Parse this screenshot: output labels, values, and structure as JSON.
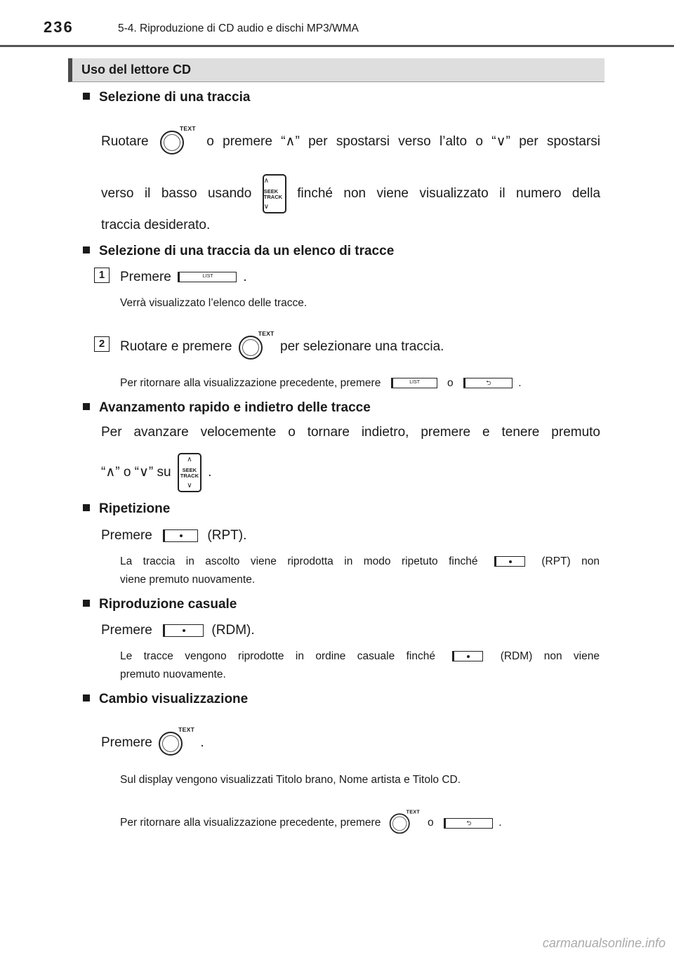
{
  "header": {
    "page_number": "236",
    "chapter": "5-4. Riproduzione di CD audio e dischi MP3/WMA"
  },
  "section_title": "Uso del lettore CD",
  "icons": {
    "text_label": "TEXT",
    "seek_label_1": "SEEK",
    "seek_label_2": "TRACK",
    "list_label": "LIST",
    "up_glyph": "∧",
    "down_glyph": "∨",
    "return_glyph": "⮌"
  },
  "s1": {
    "heading": "Selezione di una traccia",
    "l1_a": "Ruotare",
    "l1_b": "o premere “∧” per spostarsi verso l’alto o “∨” per spostarsi",
    "l2_a": "verso il basso usando",
    "l2_b": "finché non viene visualizzato il numero della",
    "l3": "traccia desiderato."
  },
  "s2": {
    "heading": "Selezione di una traccia da un elenco di tracce",
    "step1_num": "1",
    "step1_a": "Premere",
    "step1_b": ".",
    "step1_note": "Verrà visualizzato l’elenco delle tracce.",
    "step2_num": "2",
    "step2_a": "Ruotare e premere",
    "step2_b": "per selezionare una traccia.",
    "step2_note_a": "Per ritornare alla visualizzazione precedente, premere",
    "step2_note_b": "o",
    "step2_note_c": "."
  },
  "s3": {
    "heading": "Avanzamento rapido e indietro delle tracce",
    "l1": "Per avanzare velocemente o tornare indietro, premere e tenere premuto",
    "l2_a": "“∧” o “∨” su",
    "l2_b": "."
  },
  "s4": {
    "heading": "Ripetizione",
    "l1_a": "Premere",
    "l1_b": "(RPT).",
    "note1_a": "La traccia in ascolto viene riprodotta in modo ripetuto finché",
    "note1_b": "(RPT) non",
    "note2": "viene premuto nuovamente."
  },
  "s5": {
    "heading": "Riproduzione casuale",
    "l1_a": "Premere",
    "l1_b": "(RDM).",
    "note1_a": "Le tracce vengono riprodotte in ordine casuale finché",
    "note1_b": "(RDM) non viene",
    "note2": "premuto nuovamente."
  },
  "s6": {
    "heading": "Cambio visualizzazione",
    "l1_a": "Premere",
    "l1_b": ".",
    "note1": "Sul display vengono visualizzati Titolo brano, Nome artista e Titolo CD.",
    "note2_a": "Per ritornare alla visualizzazione precedente, premere",
    "note2_b": "o",
    "note2_c": "."
  },
  "watermark": "carmanualsonline.info"
}
